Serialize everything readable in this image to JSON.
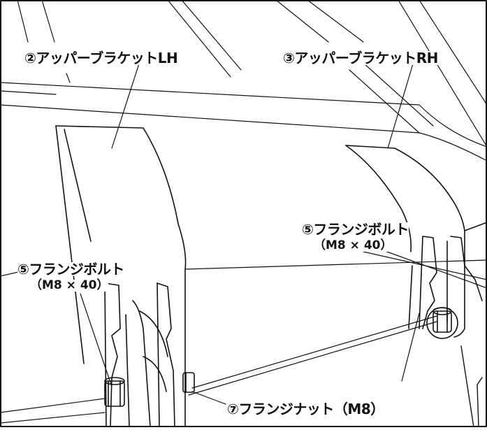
{
  "labels": {
    "upper_bracket_lh": "②アッパーブラケットLH",
    "upper_bracket_rh": "③アッパーブラケットRH",
    "flange_bolt_right": "⑤フランジボルト",
    "flange_bolt_right_spec": "（M8 × 40）",
    "flange_bolt_left": "⑤フランジボルト",
    "flange_bolt_left_spec": "（M8 × 40）",
    "flange_nut": "⑦フランジナット（M8）"
  }
}
